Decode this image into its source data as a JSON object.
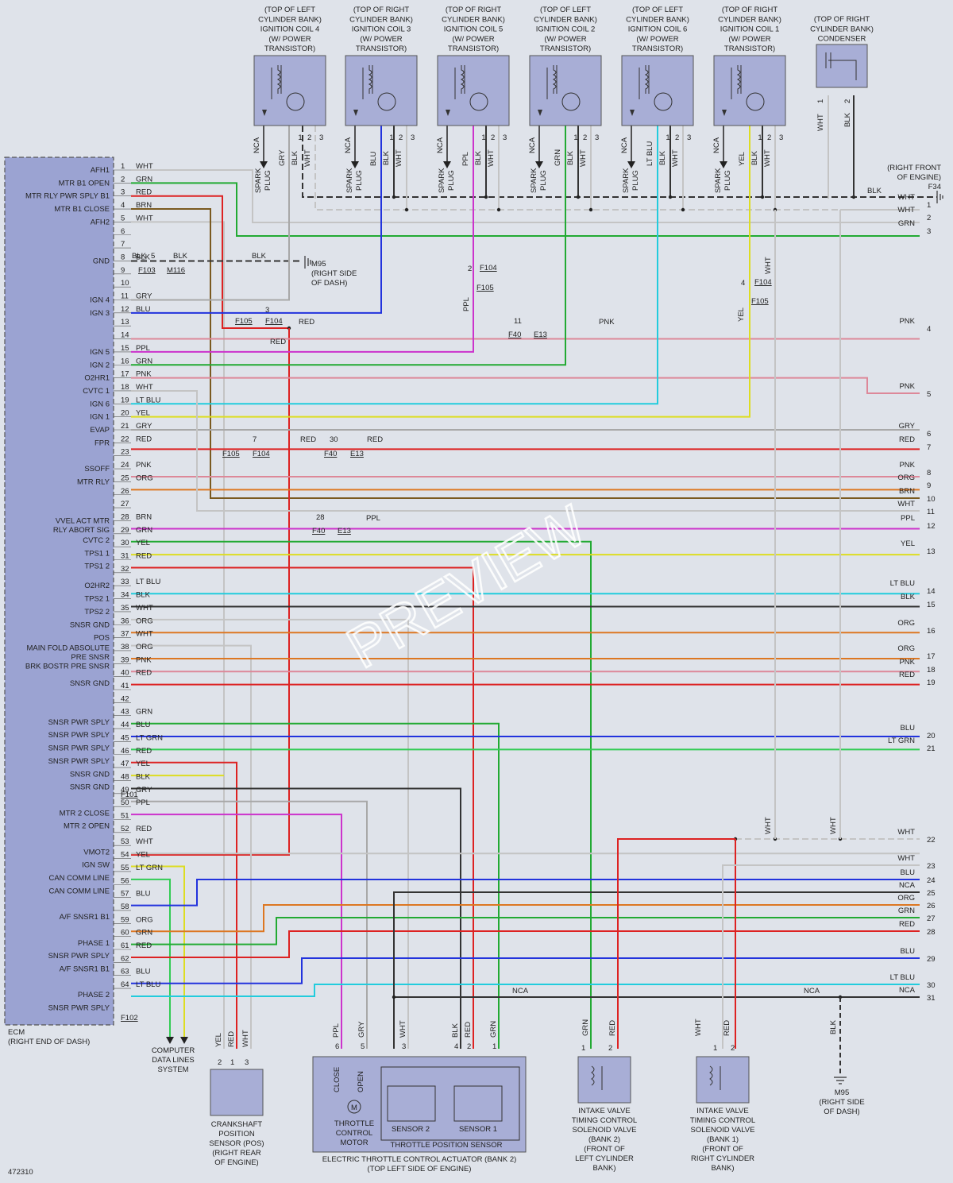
{
  "ecm": {
    "name": "ECM",
    "location": "(RIGHT END OF DASH)",
    "signals": [
      {
        "row": 1,
        "label": "AFH1"
      },
      {
        "row": 2,
        "label": "MTR B1 OPEN"
      },
      {
        "row": 3,
        "label": "MTR RLY PWR SPLY B1"
      },
      {
        "row": 4,
        "label": "MTR B1 CLOSE"
      },
      {
        "row": 5,
        "label": "AFH2"
      },
      {
        "row": 8,
        "label": "GND"
      },
      {
        "row": 11,
        "label": "IGN 4"
      },
      {
        "row": 12,
        "label": "IGN 3"
      },
      {
        "row": 15,
        "label": "IGN 5"
      },
      {
        "row": 16,
        "label": "IGN 2"
      },
      {
        "row": 17,
        "label": "O2HR1"
      },
      {
        "row": 18,
        "label": "CVTC 1"
      },
      {
        "row": 19,
        "label": "IGN 6"
      },
      {
        "row": 20,
        "label": "IGN 1"
      },
      {
        "row": 21,
        "label": "EVAP"
      },
      {
        "row": 22,
        "label": "FPR"
      },
      {
        "row": 24,
        "label": "SSOFF"
      },
      {
        "row": 25,
        "label": "MTR RLY"
      },
      {
        "row": 28,
        "label": "VVEL ACT MTR"
      },
      {
        "row": 28.7,
        "label": "RLY ABORT SIG"
      },
      {
        "row": 29.5,
        "label": "CVTC 2"
      },
      {
        "row": 30.5,
        "label": "TPS1 1"
      },
      {
        "row": 31.5,
        "label": "TPS1 2"
      },
      {
        "row": 33,
        "label": "O2HR2"
      },
      {
        "row": 34,
        "label": "TPS2 1"
      },
      {
        "row": 35,
        "label": "TPS2 2"
      },
      {
        "row": 36,
        "label": "SNSR GND"
      },
      {
        "row": 37,
        "label": "POS"
      },
      {
        "row": 37.8,
        "label": "MAIN FOLD ABSOLUTE"
      },
      {
        "row": 38.5,
        "label": "PRE SNSR"
      },
      {
        "row": 39.2,
        "label": "BRK BOSTR PRE SNSR"
      },
      {
        "row": 40.5,
        "label": "SNSR GND"
      },
      {
        "row": 43.5,
        "label": "SNSR PWR SPLY"
      },
      {
        "row": 44.5,
        "label": "SNSR PWR SPLY"
      },
      {
        "row": 45.5,
        "label": "SNSR PWR SPLY"
      },
      {
        "row": 46.5,
        "label": "SNSR PWR SPLY"
      },
      {
        "row": 47.5,
        "label": "SNSR GND"
      },
      {
        "row": 48.5,
        "label": "SNSR GND"
      },
      {
        "row": 50.5,
        "label": "MTR 2 CLOSE"
      },
      {
        "row": 51.5,
        "label": "MTR 2 OPEN"
      },
      {
        "row": 53.5,
        "label": "VMOT2"
      },
      {
        "row": 54.5,
        "label": "IGN SW"
      },
      {
        "row": 55.5,
        "label": "CAN COMM LINE"
      },
      {
        "row": 56.5,
        "label": "CAN COMM LINE"
      },
      {
        "row": 58.5,
        "label": "A/F SNSR1 B1"
      },
      {
        "row": 60.5,
        "label": "PHASE 1"
      },
      {
        "row": 61.5,
        "label": "SNSR PWR SPLY"
      },
      {
        "row": 62.5,
        "label": "A/F SNSR1 B1"
      },
      {
        "row": 64.5,
        "label": "PHASE 2"
      },
      {
        "row": 65.5,
        "label": "SNSR PWR SPLY"
      }
    ],
    "pins": [
      {
        "n": "1",
        "c": "WHT"
      },
      {
        "n": "2",
        "c": "GRN"
      },
      {
        "n": "3",
        "c": "RED"
      },
      {
        "n": "4",
        "c": "BRN"
      },
      {
        "n": "5",
        "c": "WHT"
      },
      {
        "n": "6",
        "c": ""
      },
      {
        "n": "7",
        "c": ""
      },
      {
        "n": "8",
        "c": "BLK"
      },
      {
        "n": "9",
        "c": ""
      },
      {
        "n": "10",
        "c": ""
      },
      {
        "n": "11",
        "c": "GRY"
      },
      {
        "n": "12",
        "c": "BLU"
      },
      {
        "n": "13",
        "c": ""
      },
      {
        "n": "14",
        "c": ""
      },
      {
        "n": "15",
        "c": "PPL"
      },
      {
        "n": "16",
        "c": "GRN"
      },
      {
        "n": "17",
        "c": "PNK"
      },
      {
        "n": "18",
        "c": "WHT"
      },
      {
        "n": "19",
        "c": "LT BLU"
      },
      {
        "n": "20",
        "c": "YEL"
      },
      {
        "n": "21",
        "c": "GRY"
      },
      {
        "n": "22",
        "c": "RED"
      },
      {
        "n": "23",
        "c": ""
      },
      {
        "n": "24",
        "c": "PNK"
      },
      {
        "n": "25",
        "c": "ORG"
      },
      {
        "n": "26",
        "c": ""
      },
      {
        "n": "27",
        "c": ""
      },
      {
        "n": "28",
        "c": "BRN"
      },
      {
        "n": "29",
        "c": "GRN"
      },
      {
        "n": "30",
        "c": "YEL"
      },
      {
        "n": "31",
        "c": "RED"
      },
      {
        "n": "32",
        "c": ""
      },
      {
        "n": "33",
        "c": "LT BLU"
      },
      {
        "n": "34",
        "c": "BLK"
      },
      {
        "n": "35",
        "c": "WHT"
      },
      {
        "n": "36",
        "c": "ORG"
      },
      {
        "n": "37",
        "c": "WHT"
      },
      {
        "n": "38",
        "c": "ORG"
      },
      {
        "n": "39",
        "c": "PNK"
      },
      {
        "n": "40",
        "c": "RED"
      },
      {
        "n": "41",
        "c": ""
      },
      {
        "n": "42",
        "c": ""
      },
      {
        "n": "43",
        "c": "GRN"
      },
      {
        "n": "44",
        "c": "BLU"
      },
      {
        "n": "45",
        "c": "LT GRN"
      },
      {
        "n": "46",
        "c": "RED"
      },
      {
        "n": "47",
        "c": "YEL"
      },
      {
        "n": "48",
        "c": "BLK"
      },
      {
        "n": "49",
        "c": "GRY"
      },
      {
        "n": "50",
        "c": "PPL"
      },
      {
        "n": "51",
        "c": ""
      },
      {
        "n": "52",
        "c": "RED"
      },
      {
        "n": "53",
        "c": "WHT"
      },
      {
        "n": "54",
        "c": "YEL"
      },
      {
        "n": "55",
        "c": "LT GRN"
      },
      {
        "n": "56",
        "c": ""
      },
      {
        "n": "57",
        "c": "BLU"
      },
      {
        "n": "58",
        "c": ""
      },
      {
        "n": "59",
        "c": "ORG"
      },
      {
        "n": "60",
        "c": "GRN"
      },
      {
        "n": "61",
        "c": "RED"
      },
      {
        "n": "62",
        "c": ""
      },
      {
        "n": "63",
        "c": "BLU"
      },
      {
        "n": "64",
        "c": "LT BLU"
      }
    ],
    "connector_f101": "F101",
    "connector_f102": "F102"
  },
  "coils": [
    {
      "title": [
        "(TOP OF LEFT",
        "CYLINDER BANK)",
        "IGNITION COIL 4",
        "(W/ POWER",
        "TRANSISTOR)"
      ],
      "wire": "GRY",
      "color": "#aaaaaa"
    },
    {
      "title": [
        "(TOP OF RIGHT",
        "CYLINDER BANK)",
        "IGNITION COIL 3",
        "(W/ POWER",
        "TRANSISTOR)"
      ],
      "wire": "BLU",
      "color": "#2233dd"
    },
    {
      "title": [
        "(TOP OF RIGHT",
        "CYLINDER BANK)",
        "IGNITION COIL 5",
        "(W/ POWER",
        "TRANSISTOR)"
      ],
      "wire": "PPL",
      "color": "#cc33cc"
    },
    {
      "title": [
        "(TOP OF LEFT",
        "CYLINDER BANK)",
        "IGNITION COIL 2",
        "(W/ POWER",
        "TRANSISTOR)"
      ],
      "wire": "GRN",
      "color": "#22aa33"
    },
    {
      "title": [
        "(TOP OF LEFT",
        "CYLINDER BANK)",
        "IGNITION COIL 6",
        "(W/ POWER",
        "TRANSISTOR)"
      ],
      "wire": "LT BLU",
      "color": "#22ccdd"
    },
    {
      "title": [
        "(TOP OF RIGHT",
        "CYLINDER BANK)",
        "IGNITION COIL 1",
        "(W/ POWER",
        "TRANSISTOR)"
      ],
      "wire": "YEL",
      "color": "#dddd22"
    }
  ],
  "coil_labels": {
    "nca": "NCA",
    "spark": "SPARK",
    "plug": "PLUG",
    "blk": "BLK",
    "wht": "WHT",
    "p1": "1",
    "p2": "2",
    "p3": "3"
  },
  "condenser": {
    "title": [
      "(TOP OF RIGHT",
      "CYLINDER BANK)",
      "CONDENSER"
    ],
    "w1": "WHT",
    "w2": "BLK",
    "p1": "1",
    "p2": "2"
  },
  "right_ref": {
    "title": [
      "(RIGHT FRONT",
      "OF ENGINE)"
    ],
    "conn": "F34",
    "blk": "BLK"
  },
  "right_pins": [
    {
      "n": "1",
      "c": "WHT"
    },
    {
      "n": "2",
      "c": "WHT"
    },
    {
      "n": "3",
      "c": "GRN"
    },
    {
      "n": "4",
      "c": "PNK"
    },
    {
      "n": "5",
      "c": "PNK"
    },
    {
      "n": "6",
      "c": "GRY"
    },
    {
      "n": "7",
      "c": "RED"
    },
    {
      "n": "8",
      "c": "PNK"
    },
    {
      "n": "9",
      "c": "ORG"
    },
    {
      "n": "10",
      "c": "BRN"
    },
    {
      "n": "11",
      "c": "WHT"
    },
    {
      "n": "12",
      "c": "PPL"
    },
    {
      "n": "13",
      "c": "YEL"
    },
    {
      "n": "14",
      "c": "LT BLU"
    },
    {
      "n": "15",
      "c": "BLK"
    },
    {
      "n": "16",
      "c": "ORG"
    },
    {
      "n": "17",
      "c": "ORG"
    },
    {
      "n": "18",
      "c": "PNK"
    },
    {
      "n": "19",
      "c": "RED"
    },
    {
      "n": "20",
      "c": "BLU"
    },
    {
      "n": "21",
      "c": "LT GRN"
    },
    {
      "n": "22",
      "c": "WHT"
    },
    {
      "n": "23",
      "c": "WHT"
    },
    {
      "n": "24",
      "c": "BLU"
    },
    {
      "n": "25",
      "c": "NCA"
    },
    {
      "n": "26",
      "c": "ORG"
    },
    {
      "n": "27",
      "c": "GRN"
    },
    {
      "n": "28",
      "c": "RED"
    },
    {
      "n": "29",
      "c": "BLU"
    },
    {
      "n": "30",
      "c": "LT BLU"
    },
    {
      "n": "31",
      "c": "NCA"
    }
  ],
  "inline": {
    "gnd_blk1": "BLK",
    "gnd_blk2": "BLK",
    "gnd_blk3": "BLK",
    "pin5": "5",
    "f103": "F103",
    "m116": "M116",
    "m95": "M95",
    "m95_loc": [
      "(RIGHT SIDE",
      "OF DASH)"
    ],
    "pin3": "3",
    "f105a": "F105",
    "f104a": "F104",
    "red13": "RED",
    "red14": "RED",
    "pin2": "2",
    "f104b": "F104",
    "f105b": "F105",
    "ppl": "PPL",
    "pin11": "11",
    "f40a": "F40",
    "e13a": "E13",
    "pnk": "PNK",
    "pin4": "4",
    "f104c": "F104",
    "f105c": "F105",
    "yel": "YEL",
    "wht": "WHT",
    "pin7": "7",
    "f105d": "F105",
    "f104d": "F104",
    "red22a": "RED",
    "pin30": "30",
    "f40b": "F40",
    "e13b": "E13",
    "red22b": "RED",
    "pin28": "28",
    "f40c": "F40",
    "e13c": "E13",
    "ppl28": "PPL",
    "wht22a": "WHT",
    "wht22b": "WHT",
    "nca31a": "NCA",
    "nca31b": "NCA",
    "blk31": "BLK",
    "m95b": "M95",
    "m95b_loc": [
      "(RIGHT SIDE",
      "OF DASH)"
    ]
  },
  "watermark": "PREVIEW",
  "bottom": {
    "cdl": [
      "COMPUTER",
      "DATA LINES",
      "SYSTEM"
    ],
    "pos": {
      "title": [
        "CRANKSHAFT",
        "POSITION",
        "SENSOR (POS)",
        "(RIGHT REAR",
        "OF ENGINE)"
      ],
      "w": [
        "YEL",
        "RED",
        "WHT"
      ],
      "p": [
        "2",
        "1",
        "3"
      ]
    },
    "etc": {
      "title": [
        "ELECTRIC THROTTLE CONTROL ACTUATOR (BANK 2)",
        "(TOP LEFT SIDE OF ENGINE)"
      ],
      "close": "CLOSE",
      "open": "OPEN",
      "motor": [
        "THROTTLE",
        "CONTROL",
        "MOTOR"
      ],
      "m": "M",
      "sensor2": "SENSOR 2",
      "sensor1": "SENSOR 1",
      "tps": "THROTTLE POSITION SENSOR",
      "w": [
        "PPL",
        "GRY",
        "WHT",
        "BLK",
        "RED",
        "GRN"
      ],
      "p": [
        "6",
        "5",
        "3",
        "4",
        "2",
        "1"
      ]
    },
    "ivt2": {
      "title": [
        "INTAKE VALVE",
        "TIMING CONTROL",
        "SOLENOID VALVE",
        "(BANK 2)",
        "(FRONT OF",
        "LEFT CYLINDER",
        "BANK)"
      ],
      "w": [
        "GRN",
        "RED"
      ],
      "p": [
        "1",
        "2"
      ]
    },
    "ivt1": {
      "title": [
        "INTAKE VALVE",
        "TIMING CONTROL",
        "SOLENOID VALVE",
        "(BANK 1)",
        "(FRONT OF",
        "RIGHT CYLINDER",
        "BANK)"
      ],
      "w": [
        "WHT",
        "RED"
      ],
      "p": [
        "1",
        "2"
      ]
    },
    "code": "472310"
  },
  "colors": {
    "WHT": "#c4c4c4",
    "GRN": "#22aa33",
    "RED": "#dd2222",
    "BRN": "#7a5a20",
    "BLK": "#333333",
    "GRY": "#a8a8a8",
    "BLU": "#2233dd",
    "PPL": "#cc33cc",
    "PNK": "#dd8899",
    "LT BLU": "#22ccdd",
    "YEL": "#dddd22",
    "ORG": "#dd7722",
    "LT GRN": "#33cc55",
    "NCA": "#333333",
    "ecm_fill": "#9ba3d2",
    "box_fill": "#a8aed6"
  }
}
